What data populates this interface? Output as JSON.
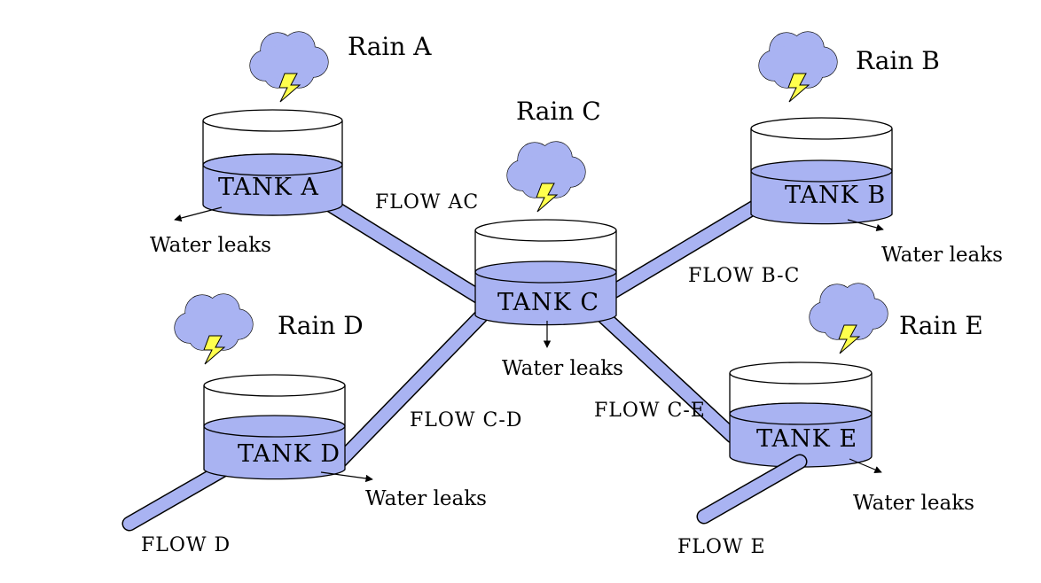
{
  "colors": {
    "water": "#a9b3f2",
    "pipe": "#a9b3f2",
    "cloud": "#a9b3f2",
    "bolt": "#ffff4d",
    "outline": "#000000",
    "background": "#ffffff"
  },
  "rain": {
    "a": "Rain A",
    "b": "Rain B",
    "c": "Rain C",
    "d": "Rain D",
    "e": "Rain E"
  },
  "tanks": {
    "a": "TANK A",
    "b": "TANK B",
    "c": "TANK C",
    "d": "TANK D",
    "e": "TANK E"
  },
  "flows": {
    "ac": "FLOW AC",
    "bc": "FLOW B-C",
    "cd": "FLOW C-D",
    "ce": "FLOW C-E",
    "d": "FLOW D",
    "e": "FLOW E"
  },
  "leaks": {
    "a": "Water leaks",
    "b": "Water leaks",
    "c": "Water leaks",
    "d": "Water leaks",
    "e": "Water leaks"
  },
  "icons": {
    "cloud": "storm-cloud-icon",
    "bolt": "lightning-bolt-icon"
  }
}
